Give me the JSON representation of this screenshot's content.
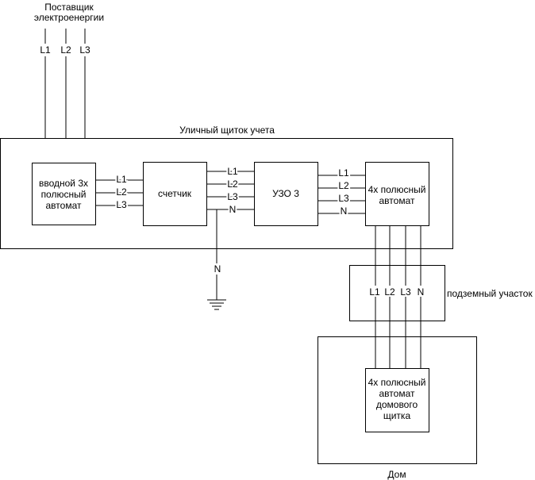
{
  "supplier": {
    "line1": "Поставщик",
    "line2": "электроенергии"
  },
  "phases": {
    "l1": "L1",
    "l2": "L2",
    "l3": "L3",
    "n": "N"
  },
  "street_panel": {
    "title": "Уличный щиток учета"
  },
  "input_breaker": {
    "line1": "вводной 3х",
    "line2": "полюсный",
    "line3": "автомат"
  },
  "meter": {
    "label": "счетчик"
  },
  "rcd": {
    "label": "УЗО 3"
  },
  "breaker4": {
    "line1": "4х полюсный",
    "line2": "автомат"
  },
  "underground": {
    "label": "подземный участок"
  },
  "house": {
    "label": "Дом"
  },
  "house_breaker": {
    "line1": "4х полюсный",
    "line2": "автомат",
    "line3": "домового",
    "line4": "щитка"
  }
}
